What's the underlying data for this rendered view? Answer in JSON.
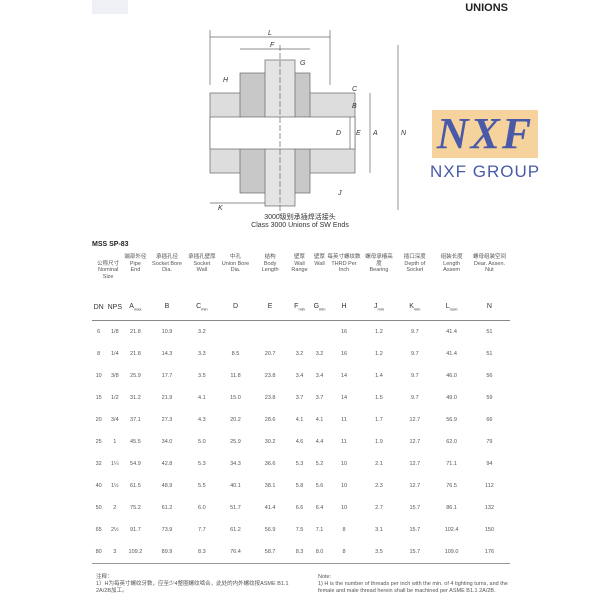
{
  "page": {
    "title": "UNIONS",
    "spec": "MSS SP-83"
  },
  "drawing": {
    "caption_cn": "3000级别承插焊活接头",
    "caption_en": "Class 3000 Unions of SW Ends",
    "labels": [
      "L",
      "F",
      "H",
      "G",
      "C",
      "B",
      "D",
      "E",
      "A",
      "N",
      "J",
      "K"
    ]
  },
  "watermark": {
    "logo": "NXF",
    "group": "NXF GROUP"
  },
  "table": {
    "nominal_cn": "公称尺寸",
    "nominal_en": "Nominal Size",
    "headers": [
      {
        "cn": "端部外径",
        "en": "Pipe End",
        "sym": "A",
        "sub": "max"
      },
      {
        "cn": "承插孔径",
        "en": "Socket Bore Dia.",
        "sym": "B",
        "sub": ""
      },
      {
        "cn": "承插孔壁厚",
        "en": "Socket Wall",
        "sym": "C",
        "sub": "min"
      },
      {
        "cn": "中孔",
        "en": "Union Bore Dia.",
        "sym": "D",
        "sub": ""
      },
      {
        "cn": "结构",
        "en": "Body Length",
        "sym": "E",
        "sub": ""
      },
      {
        "cn": "壁厚",
        "en": "Wall Range",
        "sym": "F",
        "sub": "min"
      },
      {
        "cn": "壁厚",
        "en": "Wall",
        "sym": "G",
        "sub": "min"
      },
      {
        "cn": "每英寸螺纹数",
        "en": "THRD Per Inch",
        "sym": "H",
        "sub": ""
      },
      {
        "cn": "螺母承椿高度",
        "en": "Bearing",
        "sym": "J",
        "sub": "min"
      },
      {
        "cn": "插口深度",
        "en": "Depth of Socket",
        "sym": "K",
        "sub": "min"
      },
      {
        "cn": "组装长度",
        "en": "Length Assem",
        "sym": "L",
        "sub": "nom"
      },
      {
        "cn": "螺母组装空间",
        "en": "Dear. Assen. Nut",
        "sym": "N",
        "sub": ""
      }
    ],
    "dn": "DN",
    "nps": "NPS",
    "rows": [
      [
        "6",
        "1/8",
        "21.8",
        "10.9",
        "3.2",
        "",
        "",
        "",
        "",
        "16",
        "1.2",
        "9.7",
        "41.4",
        "51"
      ],
      [
        "8",
        "1/4",
        "21.8",
        "14.3",
        "3.3",
        "8.5",
        "20.7",
        "3.2",
        "3.2",
        "16",
        "1.2",
        "9.7",
        "41.4",
        "51"
      ],
      [
        "10",
        "3/8",
        "25.9",
        "17.7",
        "3.5",
        "11.8",
        "23.8",
        "3.4",
        "3.4",
        "14",
        "1.4",
        "9.7",
        "46.0",
        "56"
      ],
      [
        "15",
        "1/2",
        "31.2",
        "21.9",
        "4.1",
        "15.0",
        "23.8",
        "3.7",
        "3.7",
        "14",
        "1.5",
        "9.7",
        "49.0",
        "59"
      ],
      [
        "20",
        "3/4",
        "37.1",
        "27.3",
        "4.3",
        "20.2",
        "28.6",
        "4.1",
        "4.1",
        "11",
        "1.7",
        "12.7",
        "56.9",
        "66"
      ],
      [
        "25",
        "1",
        "45.5",
        "34.0",
        "5.0",
        "25.9",
        "30.2",
        "4.6",
        "4.4",
        "11",
        "1.9",
        "12.7",
        "62.0",
        "79"
      ],
      [
        "32",
        "1¼",
        "54.9",
        "42.8",
        "5.3",
        "34.3",
        "36.6",
        "5.3",
        "5.2",
        "10",
        "2.1",
        "12.7",
        "71.1",
        "94"
      ],
      [
        "40",
        "1½",
        "61.5",
        "48.9",
        "5.5",
        "40.1",
        "38.1",
        "5.8",
        "5.6",
        "10",
        "2.3",
        "12.7",
        "76.5",
        "112"
      ],
      [
        "50",
        "2",
        "75.2",
        "61.2",
        "6.0",
        "51.7",
        "41.4",
        "6.6",
        "6.4",
        "10",
        "2.7",
        "15.7",
        "86.1",
        "132"
      ],
      [
        "65",
        "2½",
        "91.7",
        "73.9",
        "7.7",
        "61.2",
        "56.9",
        "7.5",
        "7.1",
        "8",
        "3.1",
        "15.7",
        "102.4",
        "150"
      ],
      [
        "80",
        "3",
        "109.2",
        "89.9",
        "8.3",
        "76.4",
        "58.7",
        "8.3",
        "8.0",
        "8",
        "3.5",
        "15.7",
        "109.0",
        "176"
      ]
    ]
  },
  "notes": {
    "cn_title": "注释：",
    "cn_text": "1）H为每英寸螺纹牙数，应至少4整圈螺纹啮合，此处的内外螺纹按ASME B1.1 2A/2B加工。",
    "en_title": "Note:",
    "en_num": "1)",
    "en_text": "H is the number of threads per inch with the min. of 4 tighting turns, and the female and male thread herein shall be machined per ASME B1.1 2A/2B."
  }
}
